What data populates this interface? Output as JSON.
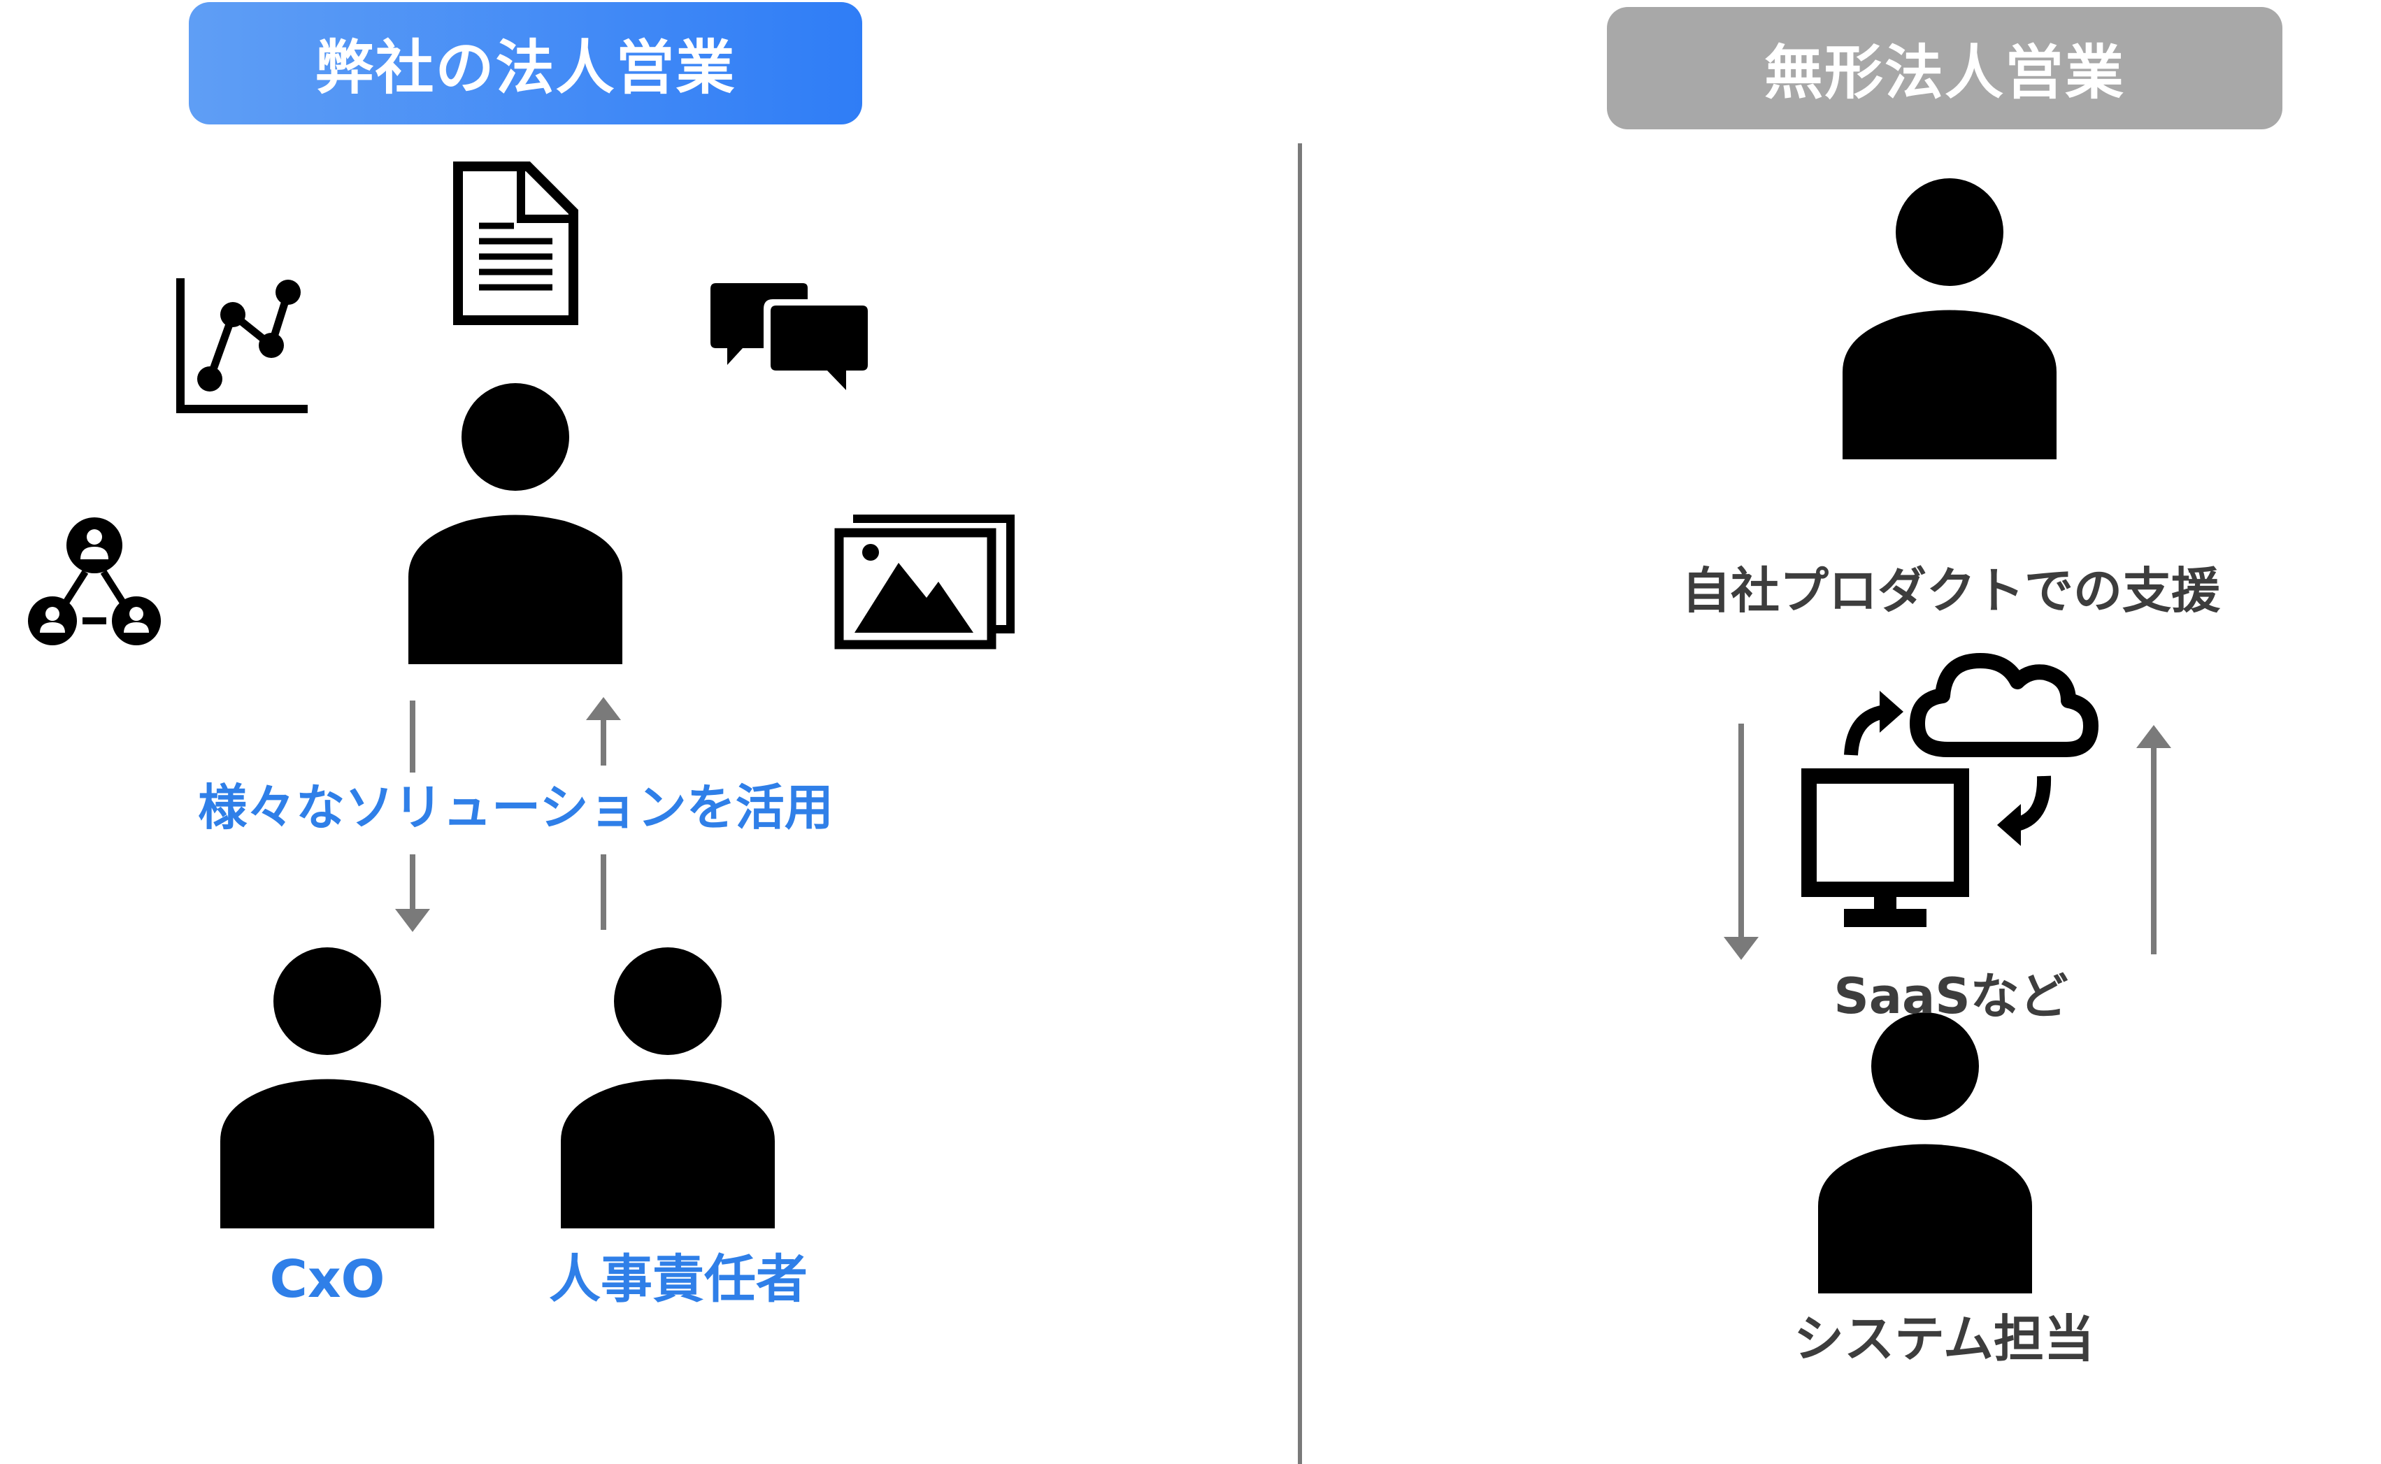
{
  "left": {
    "title": "弊社の法人営業",
    "solution_label": "様々なソリューションを活用",
    "person_a_label": "CxO",
    "person_b_label": "人事責任者"
  },
  "right": {
    "title": "無形法人営業",
    "support_label": "自社プロダクトでの支援",
    "saas_label": "SaaSなど",
    "person_label": "システム担当"
  },
  "colors": {
    "accent_blue": "#2f7fe8",
    "pill_gray": "#a8a8a8",
    "arrow_gray": "#808080",
    "icon_black": "#000000"
  }
}
